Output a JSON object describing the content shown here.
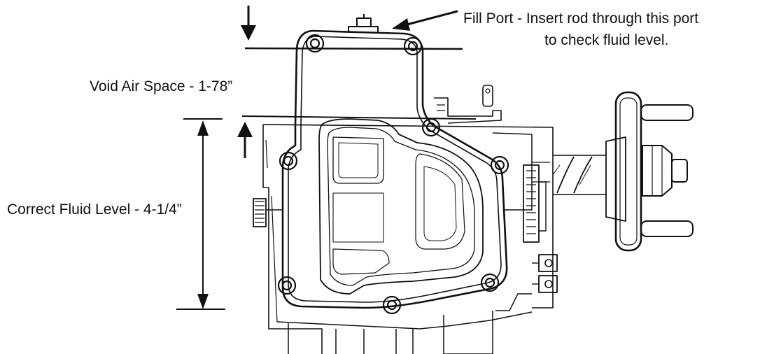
{
  "labels": {
    "fill_port_line1": "Fill Port - Insert rod through this port",
    "fill_port_line2": "to check fluid level.",
    "void_air_space": "Void Air Space - 1-78”",
    "correct_fluid_level": "Correct Fluid Level - 4-1/4”"
  },
  "colors": {
    "ink": "#111111",
    "background": "#ffffff"
  }
}
